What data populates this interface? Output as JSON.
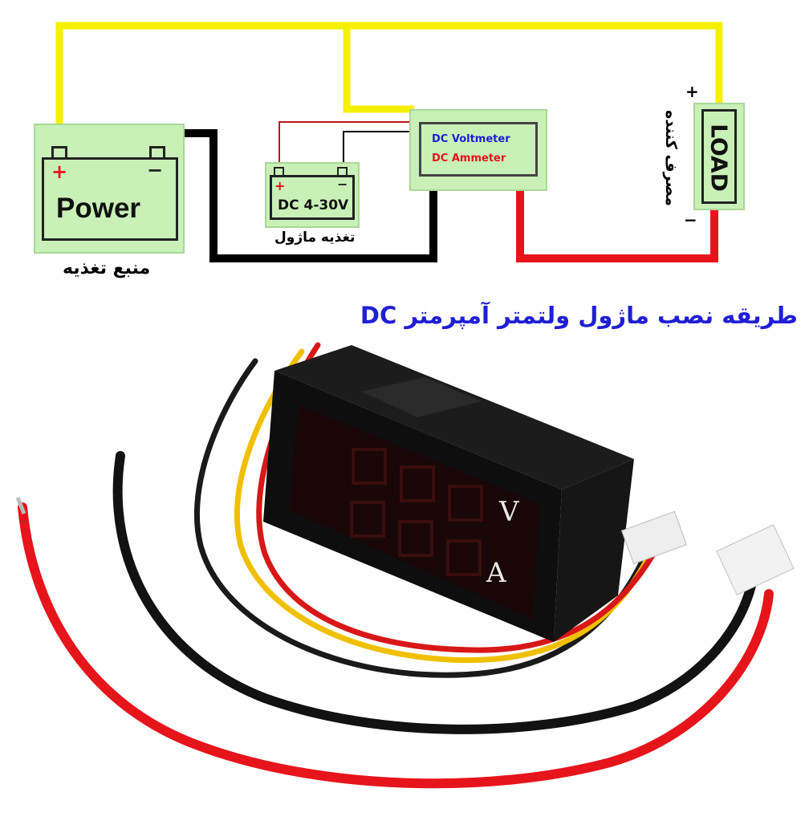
{
  "power": {
    "label": "Power",
    "plus": "+",
    "minus": "−",
    "caption": "منبع تغذیه"
  },
  "module_supply": {
    "label": "DC 4-30V",
    "plus": "+",
    "minus": "−",
    "caption": "تغذیه ماژول"
  },
  "meter": {
    "voltmeter_label": "DC Voltmeter",
    "ammeter_label": "DC Ammeter"
  },
  "load": {
    "label": "LOAD",
    "plus": "+",
    "minus": "−",
    "caption": "مصرف کننده"
  },
  "title": "طریقه نصب ماژول ولتمتر آمپرمتر DC",
  "device": {
    "v_unit": "V",
    "a_unit": "A"
  },
  "colors": {
    "yellow_wire": "#f4f000",
    "black_wire": "#000000",
    "red_wire": "#e8141c",
    "box_fill": "#c9f0b7",
    "title_blue": "#1f1fd4"
  }
}
